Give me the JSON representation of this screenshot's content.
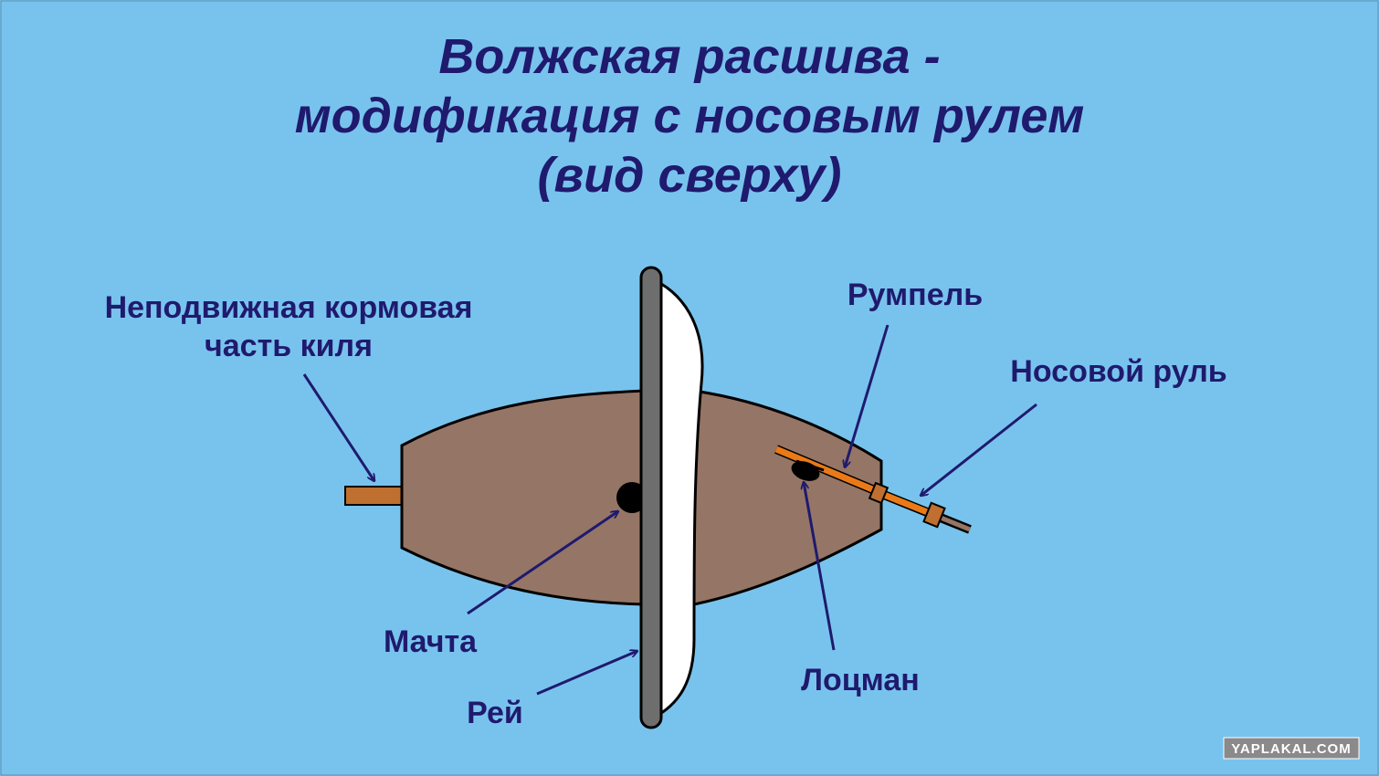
{
  "title": {
    "line1": "Волжская расшива -",
    "line2": "модификация  с  носовым  рулем",
    "line3": "(вид сверху)"
  },
  "labels": {
    "keel_line1": "Неподвижная кормовая",
    "keel_line2": "часть киля",
    "tiller": "Румпель",
    "bow_rudder": "Носовой руль",
    "mast": "Мачта",
    "yard": "Рей",
    "pilot": "Лоцман"
  },
  "watermark": "YAPLAKAL.COM",
  "colors": {
    "background": "#78c3ed",
    "hull": "#957565",
    "keel": "#bf6f2f",
    "tiller": "#e97a17",
    "yard": "#6e6e6e",
    "sail": "#ffffff",
    "text": "#1f1a6e",
    "arrow": "#1f1a6e"
  }
}
